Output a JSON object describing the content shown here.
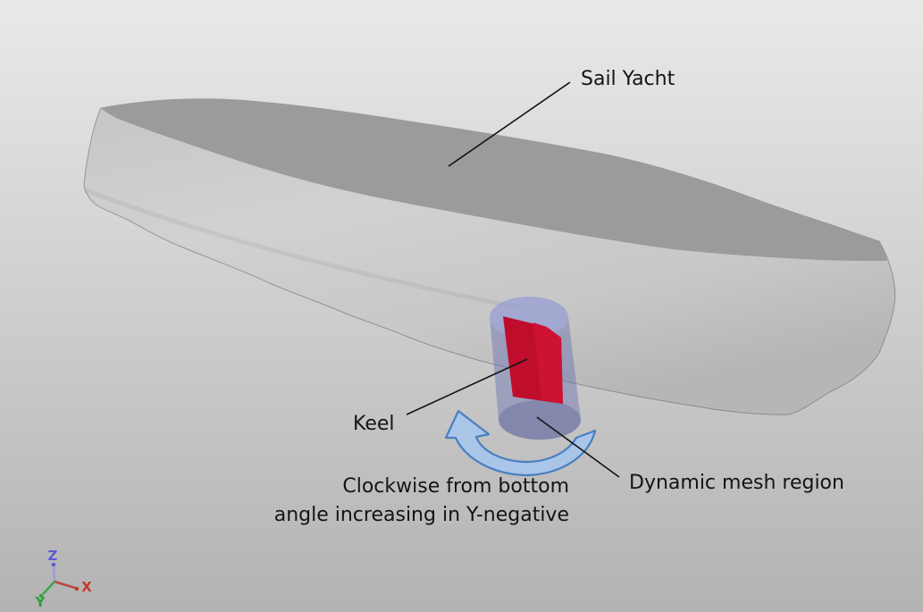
{
  "viewport": {
    "annotations": {
      "sail_yacht": "Sail Yacht",
      "keel": "Keel",
      "dynamic_mesh": "Dynamic mesh region",
      "rotation_line1": "Clockwise from bottom",
      "rotation_line2": "angle increasing in Y-negative"
    },
    "axes": {
      "x": "X",
      "y": "Y",
      "z": "Z"
    },
    "colors": {
      "keel": "#c00d2c",
      "keel_highlight": "#cd1332",
      "hull_band": "#9b9b9c",
      "mesh_region_side": "rgba(105,113,176,0.45)",
      "mesh_region_top": "rgba(148,155,212,0.70)",
      "mesh_region_bottom": "rgba(82,88,140,0.32)",
      "arrow_fill": "#a9c6e9",
      "arrow_stroke": "#4a7fc0",
      "leader_line": "#141414",
      "axis_x": "#c0392b",
      "axis_y": "#2f9e3f",
      "axis_z": "#5b5bd6"
    }
  }
}
